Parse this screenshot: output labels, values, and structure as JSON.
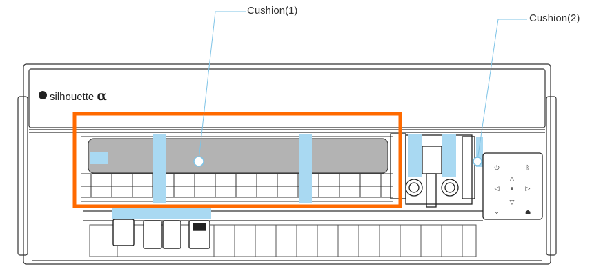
{
  "callouts": {
    "cushion1": "Cushion(1)",
    "cushion2": "Cushion(2)"
  },
  "brand": {
    "name": "silhouette",
    "mark": "α"
  },
  "control_panel_icons": [
    "power-icon",
    "bluetooth-icon",
    "arrow-left-icon",
    "pause-icon",
    "arrow-right-icon",
    "arrow-up-icon",
    "arrow-down-icon",
    "eject-icon"
  ],
  "colors": {
    "highlight": "#ff6a00",
    "cushion": "#a9d9f2",
    "mat": "#b3b3b3",
    "leader": "#7ec3e6",
    "outline": "#333333"
  }
}
